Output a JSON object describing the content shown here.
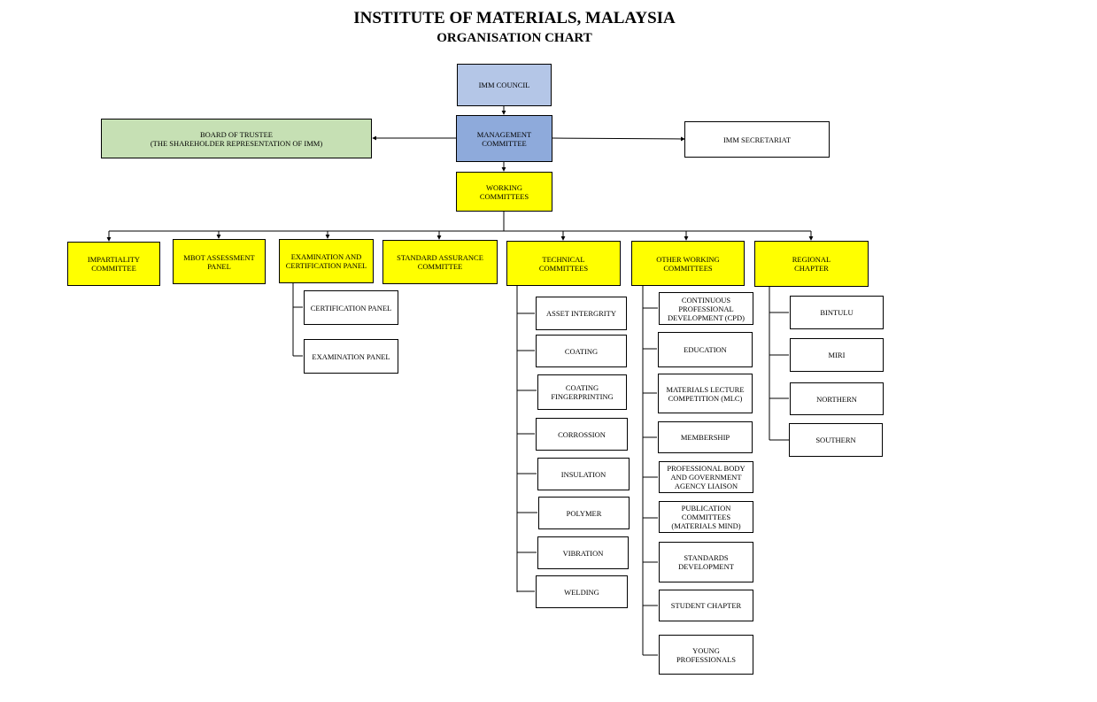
{
  "title": "INSTITUTE OF MATERIALS, MALAYSIA",
  "subtitle": "ORGANISATION CHART",
  "colors": {
    "yellow": "#ffff00",
    "light_blue": "#b4c6e7",
    "blue": "#8eaadb",
    "green": "#c6e0b4"
  },
  "top": {
    "council": "IMM COUNCIL",
    "management": "MANAGEMENT\nCOMMITTEE",
    "trustee": "BOARD OF TRUSTEE\n(THE SHAREHOLDER REPRESENTATION OF IMM)",
    "secretariat": "IMM SECRETARIAT",
    "working": "WORKING\nCOMMITTEES"
  },
  "committees": {
    "impartiality": "IMPARTIALITY\nCOMMITTEE",
    "mbot": "MBOT ASSESSMENT\nPANEL",
    "exam_cert": "EXAMINATION AND\nCERTIFICATION PANEL",
    "standard": "STANDARD ASSURANCE\nCOMMITTEE",
    "technical": "TECHNICAL\nCOMMITTEES",
    "other": "OTHER WORKING\nCOMMITTEES",
    "regional": "REGIONAL\nCHAPTER"
  },
  "exam_panels": [
    "CERTIFICATION PANEL",
    "EXAMINATION PANEL"
  ],
  "technical": [
    "ASSET INTERGRITY",
    "COATING",
    "COATING\nFINGERPRINTING",
    "CORROSSION",
    "INSULATION",
    "POLYMER",
    "VIBRATION",
    "WELDING"
  ],
  "other": [
    "CONTINUOUS\nPROFESSIONAL\nDEVELOPMENT (CPD)",
    "EDUCATION",
    "MATERIALS LECTURE\nCOMPETITION (MLC)",
    "MEMBERSHIP",
    "PROFESSIONAL BODY\nAND GOVERNMENT\nAGENCY LIAISON",
    "PUBLICATION\nCOMMITTEES\n(MATERIALS MIND)",
    "STANDARDS\nDEVELOPMENT",
    "STUDENT CHAPTER",
    "YOUNG\nPROFESSIONALS"
  ],
  "regional": [
    "BINTULU",
    "MIRI",
    "NORTHERN",
    "SOUTHERN"
  ]
}
